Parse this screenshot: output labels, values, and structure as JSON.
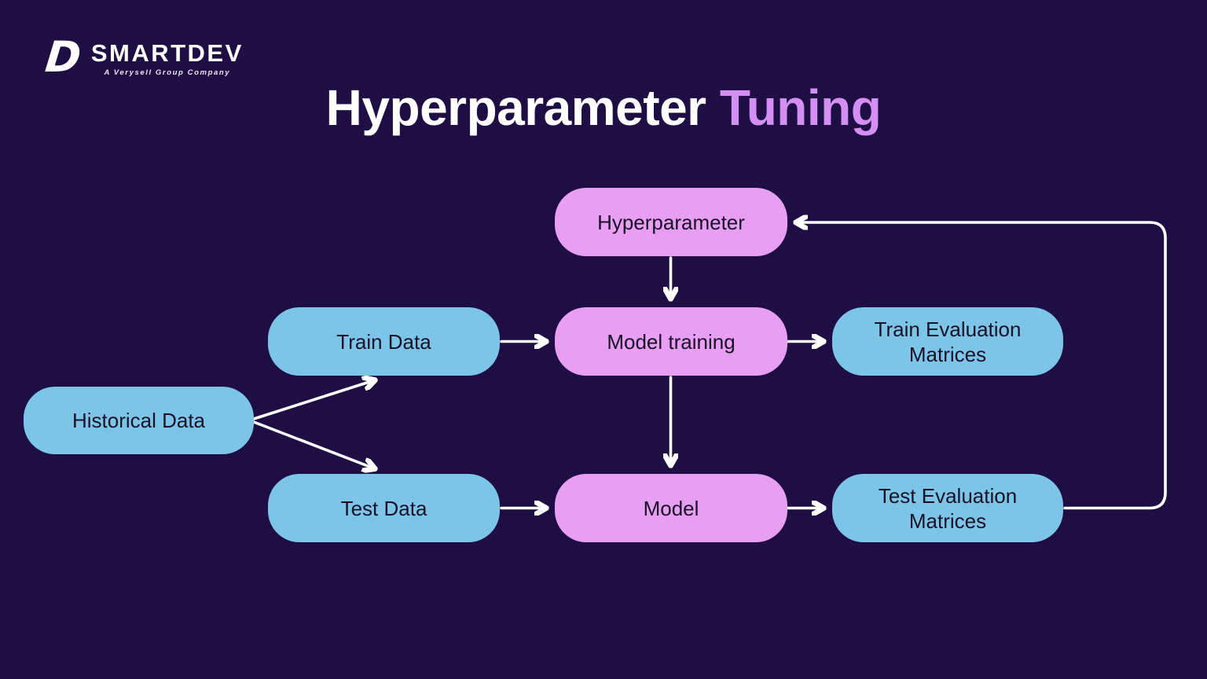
{
  "logo": {
    "icon": "D",
    "brand": "SMARTDEV",
    "tagline": "A Verysell Group Company"
  },
  "title": {
    "part1": "Hyperparameter",
    "part2": "Tuning",
    "part1_color": "#ffffff",
    "part2_color": "#d48ff2"
  },
  "colors": {
    "background": "#1e0e44",
    "purple_node": "#e79ef3",
    "blue_node": "#7cc5e8",
    "node_text": "#191227",
    "arrow": "#ffffff"
  },
  "diagram": {
    "nodes": [
      {
        "id": "hyperparameter",
        "label": "Hyperparameter",
        "type": "purple"
      },
      {
        "id": "train-data",
        "label": "Train Data",
        "type": "blue"
      },
      {
        "id": "model-training",
        "label": "Model training",
        "type": "purple"
      },
      {
        "id": "train-evaluation-matrices",
        "label": "Train Evaluation Matrices",
        "type": "blue"
      },
      {
        "id": "historical-data",
        "label": "Historical Data",
        "type": "blue"
      },
      {
        "id": "test-data",
        "label": "Test Data",
        "type": "blue"
      },
      {
        "id": "model",
        "label": "Model",
        "type": "purple"
      },
      {
        "id": "test-evaluation-matrices",
        "label": "Test Evaluation Matrices",
        "type": "blue"
      }
    ],
    "edges": [
      {
        "from": "historical-data",
        "to": "train-data"
      },
      {
        "from": "historical-data",
        "to": "test-data"
      },
      {
        "from": "train-data",
        "to": "model-training"
      },
      {
        "from": "hyperparameter",
        "to": "model-training"
      },
      {
        "from": "model-training",
        "to": "train-evaluation-matrices"
      },
      {
        "from": "model-training",
        "to": "model"
      },
      {
        "from": "test-data",
        "to": "model"
      },
      {
        "from": "model",
        "to": "test-evaluation-matrices"
      },
      {
        "from": "test-evaluation-matrices",
        "to": "hyperparameter"
      }
    ]
  }
}
